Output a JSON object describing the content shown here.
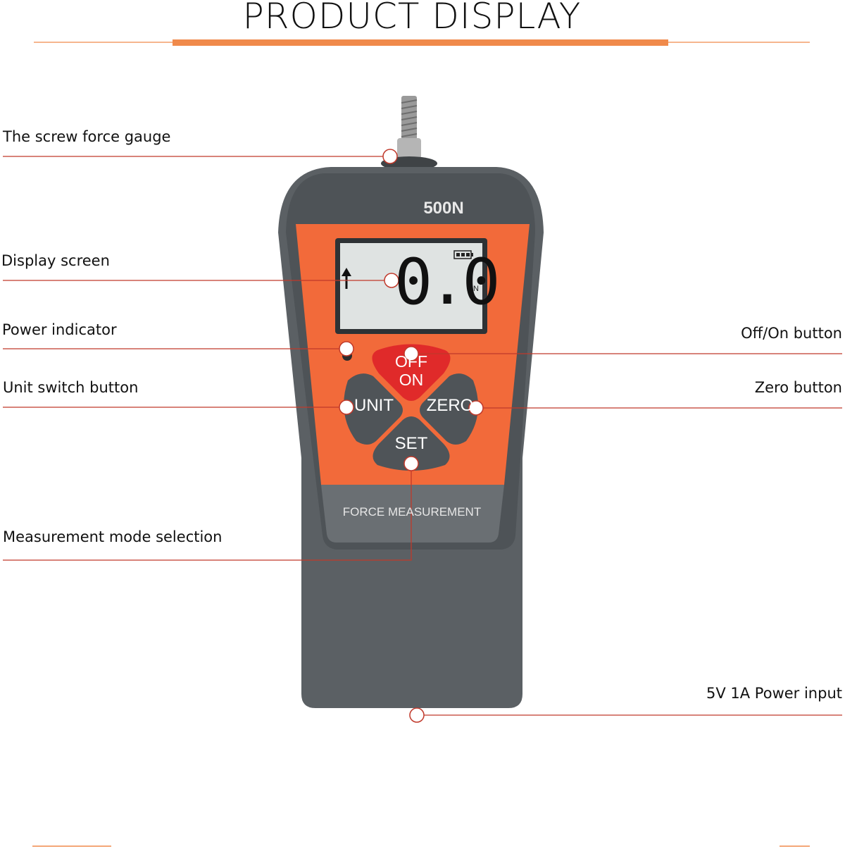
{
  "title": "PRODUCT DISPLAY",
  "colors": {
    "accent": "#f08a4b",
    "leader": "#c0392b",
    "body": "#5d6266",
    "face": "#f26a3a",
    "lcd": "#dfe3e2",
    "button_grey": "#4f5458",
    "button_red": "#e02a2a"
  },
  "callouts": {
    "screw": "The screw force gauge",
    "display": "Display screen",
    "power_indicator": "Power indicator",
    "unit": "Unit switch button",
    "mode": "Measurement mode selection",
    "onoff": "Off/On button",
    "zero": "Zero button",
    "power_input": "5V 1A Power input"
  },
  "device": {
    "model": "500N",
    "reading": "0.0",
    "unit": "N",
    "direction_icon": "up-arrow-icon",
    "battery_icon": "battery-icon",
    "buttons": {
      "onoff_top": "OFF",
      "onoff_bottom": "ON",
      "unit": "UNIT",
      "zero": "ZERO",
      "set": "SET"
    },
    "footer": "FORCE MEASUREMENT"
  }
}
